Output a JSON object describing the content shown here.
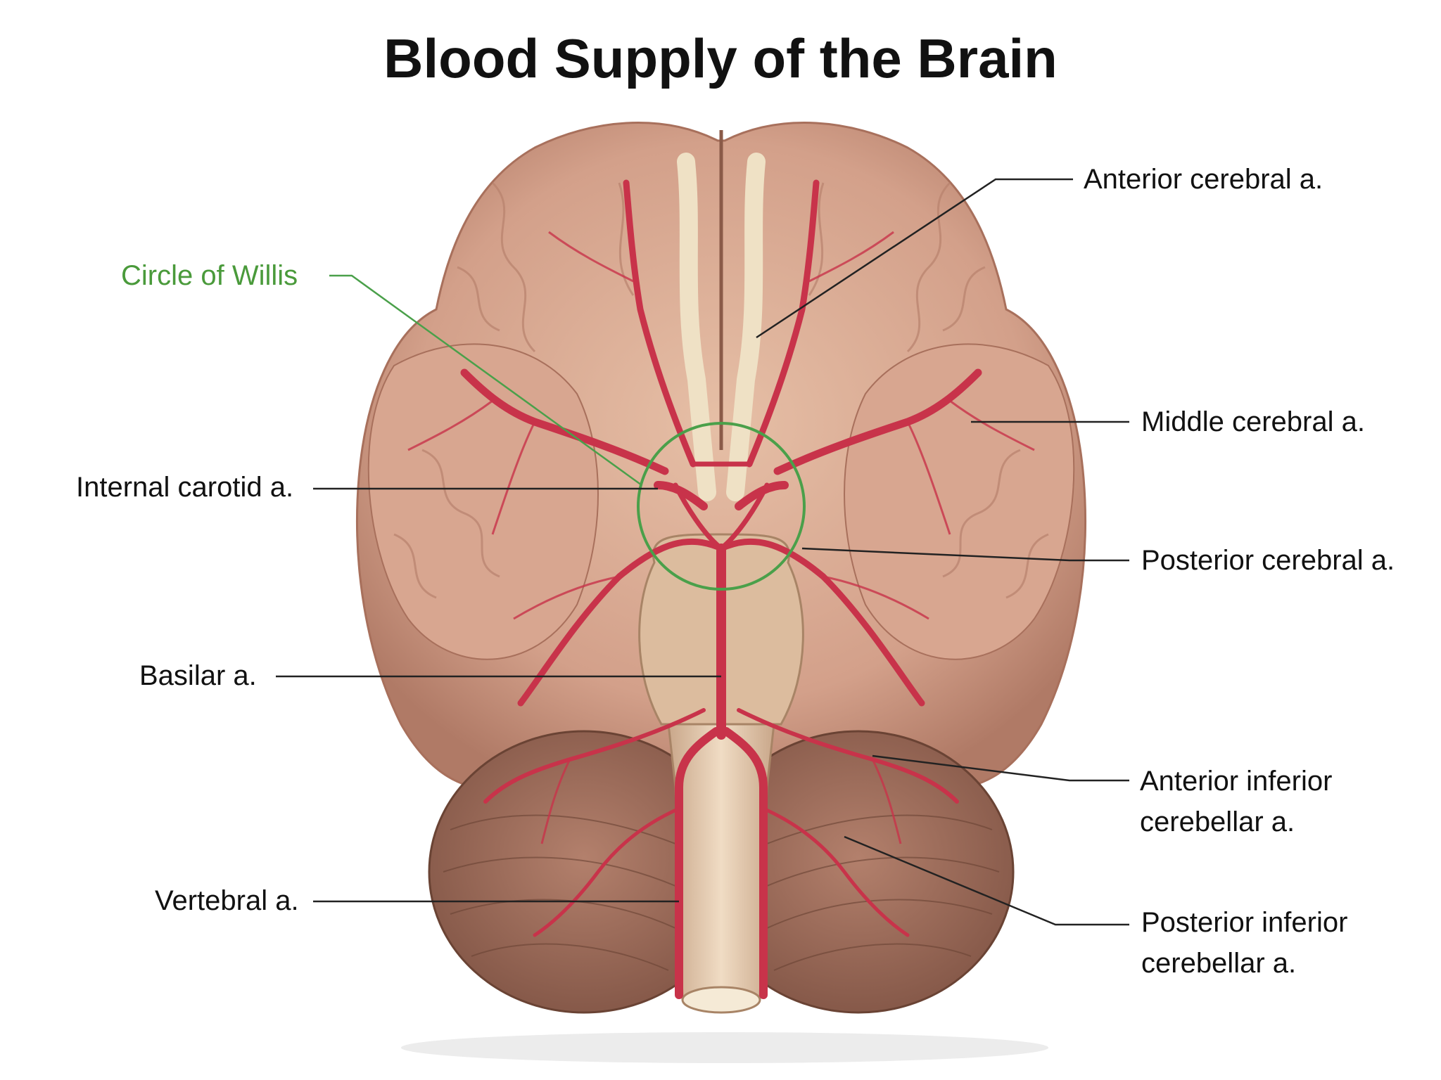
{
  "title": "Blood Supply of the Brain",
  "colors": {
    "artery": "#c8334a",
    "highlight": "#4aa04a",
    "leader": "#222222",
    "cortex": "#d9a88c",
    "cerebellum": "#9c6a57",
    "brainstem": "#e3c9ad"
  },
  "labels": {
    "circle_of_willis": "Circle of Willis",
    "anterior_cerebral": "Anterior cerebral a.",
    "middle_cerebral": "Middle cerebral a.",
    "internal_carotid": "Internal carotid a.",
    "posterior_cerebral": "Posterior cerebral a.",
    "basilar": "Basilar a.",
    "aica": [
      "Anterior inferior",
      "cerebellar a."
    ],
    "pica": [
      "Posterior inferior",
      "cerebellar a."
    ],
    "vertebral": "Vertebral a."
  }
}
